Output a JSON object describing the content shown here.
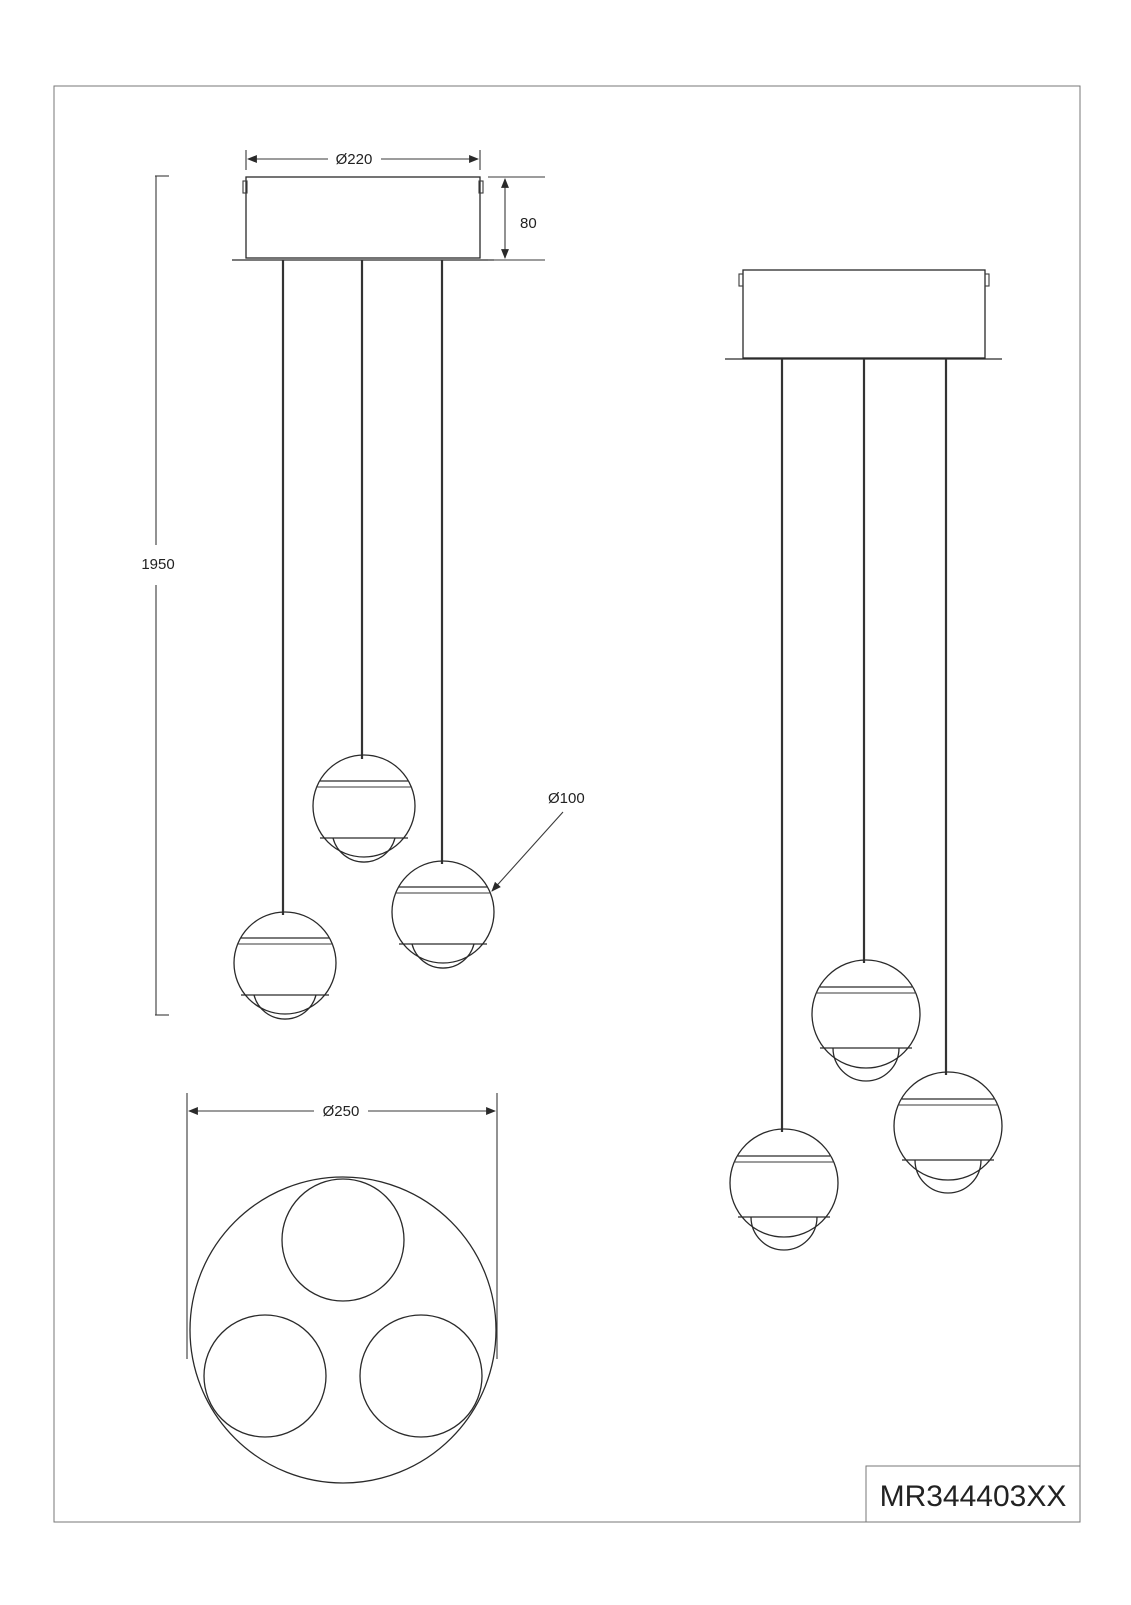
{
  "drawing": {
    "dimensions": {
      "canopy_diameter": "Ø220",
      "canopy_height": "80",
      "total_height": "1950",
      "globe_diameter": "Ø100",
      "footprint_diameter": "Ø250"
    },
    "model_code": "MR344403XX"
  },
  "colors": {
    "line": "#2a2a2a",
    "paper": "#ffffff"
  }
}
